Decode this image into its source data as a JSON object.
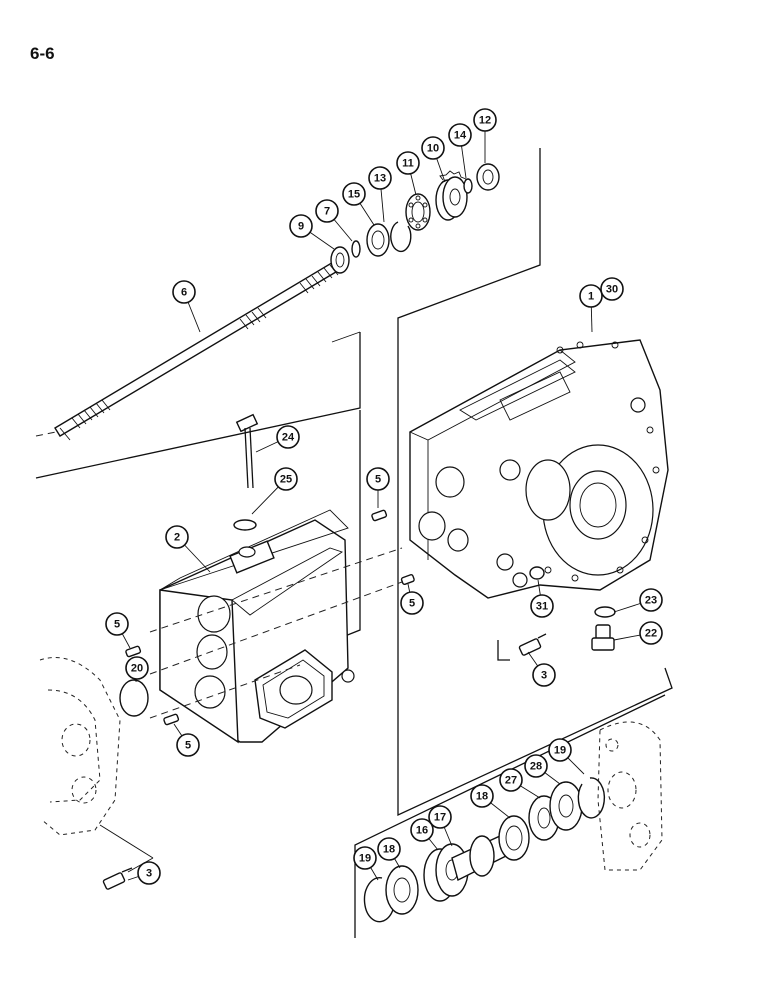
{
  "page_number": "6-6",
  "callouts": [
    {
      "id": "c12",
      "label": "12"
    },
    {
      "id": "c14",
      "label": "14"
    },
    {
      "id": "c10",
      "label": "10"
    },
    {
      "id": "c11",
      "label": "11"
    },
    {
      "id": "c13",
      "label": "13"
    },
    {
      "id": "c15",
      "label": "15"
    },
    {
      "id": "c7",
      "label": "7"
    },
    {
      "id": "c9",
      "label": "9"
    },
    {
      "id": "c6",
      "label": "6"
    },
    {
      "id": "c1",
      "label": "1"
    },
    {
      "id": "c30",
      "label": "30"
    },
    {
      "id": "c24",
      "label": "24"
    },
    {
      "id": "c25",
      "label": "25"
    },
    {
      "id": "c5a",
      "label": "5"
    },
    {
      "id": "c2",
      "label": "2"
    },
    {
      "id": "c5b",
      "label": "5"
    },
    {
      "id": "c31",
      "label": "31"
    },
    {
      "id": "c23",
      "label": "23"
    },
    {
      "id": "c22",
      "label": "22"
    },
    {
      "id": "c5c",
      "label": "5"
    },
    {
      "id": "c20",
      "label": "20"
    },
    {
      "id": "c3a",
      "label": "3"
    },
    {
      "id": "c5d",
      "label": "5"
    },
    {
      "id": "c18a",
      "label": "18"
    },
    {
      "id": "c27",
      "label": "27"
    },
    {
      "id": "c28",
      "label": "28"
    },
    {
      "id": "c19a",
      "label": "19"
    },
    {
      "id": "c17",
      "label": "17"
    },
    {
      "id": "c16",
      "label": "16"
    },
    {
      "id": "c19b",
      "label": "19"
    },
    {
      "id": "c18b",
      "label": "18"
    },
    {
      "id": "c3b",
      "label": "3"
    }
  ]
}
